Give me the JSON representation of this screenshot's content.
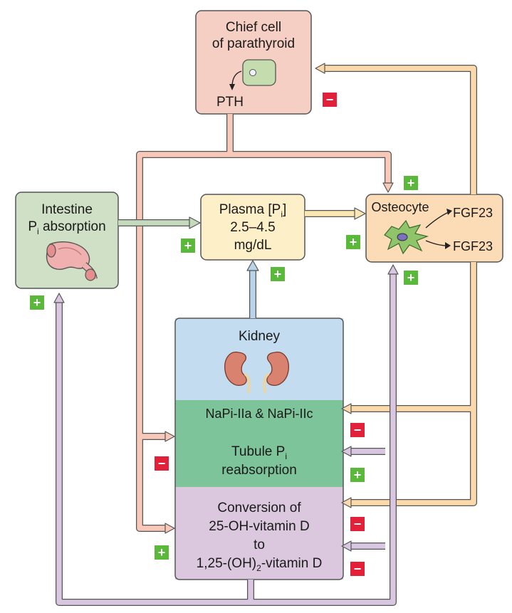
{
  "parathyroid": {
    "title_line1": "Chief cell",
    "title_line2": "of parathyroid",
    "hormone": "PTH"
  },
  "intestine": {
    "line1": "Intestine",
    "line2_main": "P",
    "line2_sub": "i",
    "line2_rest": " absorption"
  },
  "plasma": {
    "line1_main": "Plasma [P",
    "line1_sub": "i",
    "line1_end": "]",
    "line2": "2.5–4.5",
    "line3": "mg/dL"
  },
  "osteocyte": {
    "title": "Osteocyte",
    "out1": "FGF23",
    "out2": "FGF23"
  },
  "kidney": {
    "title": "Kidney",
    "transporters": "NaPi-IIa & NaPi-IIc",
    "tubule_line1_main": "Tubule P",
    "tubule_line1_sub": "i",
    "tubule_line2": "reabsorption",
    "conv_line1": "Conversion of",
    "conv_line2": "25-OH-vitamin D",
    "conv_line3": "to",
    "conv_line4_main": "1,25-(OH)",
    "conv_line4_sub": "2",
    "conv_line4_end": "-vitamin D"
  },
  "signs": {
    "plus": "+",
    "minus": "−"
  },
  "colors": {
    "parathyroid_fill": "#f6cfc4",
    "intestine_fill": "#cfe0c6",
    "plasma_fill": "#fdf0c8",
    "osteocyte_fill": "#fbdcb6",
    "kidney_top": "#c3dcef",
    "kidney_mid": "#7dc49a",
    "kidney_bot": "#dbc8de",
    "pth_arrow": "#f8c8b8",
    "fgf_arrow": "#fbd9ab",
    "vitd_arrow": "#d9c7e2",
    "green_arrow": "#c5d9bd",
    "blue_arrow": "#b9d3ea",
    "plasma_arrow": "#fbe7b3",
    "plus_badge": "#5ab83a",
    "minus_badge": "#e3203a"
  },
  "icons": [
    "parathyroid-cell-icon",
    "intestine-icon",
    "osteocyte-cell-icon",
    "kidney-pair-icon"
  ]
}
